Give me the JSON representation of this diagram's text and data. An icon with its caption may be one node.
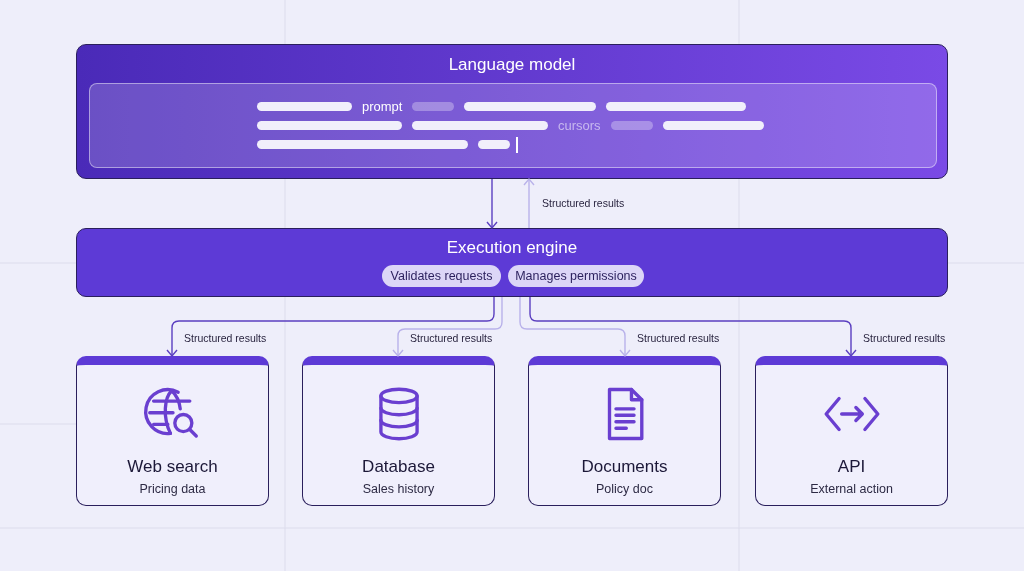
{
  "diagram": {
    "nodes": [
      {
        "text": [
          "Language model"
        ]
      },
      {
        "text": [
          "prompt",
          "cursors"
        ],
        "in": 0
      },
      {
        "text": [
          "Execution engine"
        ]
      },
      {
        "text": [
          "Validates requests"
        ],
        "in": 2
      },
      {
        "text": [
          "Manages permissions"
        ],
        "in": 2
      },
      {
        "text": [
          "Web search",
          "Pricing data"
        ]
      },
      {
        "text": [
          "Database",
          "Sales history"
        ]
      },
      {
        "text": [
          "Documents",
          "Policy doc"
        ]
      },
      {
        "text": [
          "API",
          "External action"
        ]
      }
    ],
    "edges": [
      {
        "from": 0,
        "to": 2,
        "arrow": "to"
      },
      {
        "from": 2,
        "to": 0,
        "arrow": "to",
        "label": "Structured results",
        "color": "#b9b2ea"
      },
      {
        "from": 2,
        "to": 5,
        "arrow": "to",
        "label": "Structured results"
      },
      {
        "from": 2,
        "to": 6,
        "arrow": "to",
        "label": "Structured results",
        "color": "#b9b2ea"
      },
      {
        "from": 2,
        "to": 7,
        "arrow": "to",
        "label": "Structured results",
        "color": "#b9b2ea"
      },
      {
        "from": 2,
        "to": 8,
        "arrow": "to",
        "label": "Structured results"
      }
    ]
  }
}
